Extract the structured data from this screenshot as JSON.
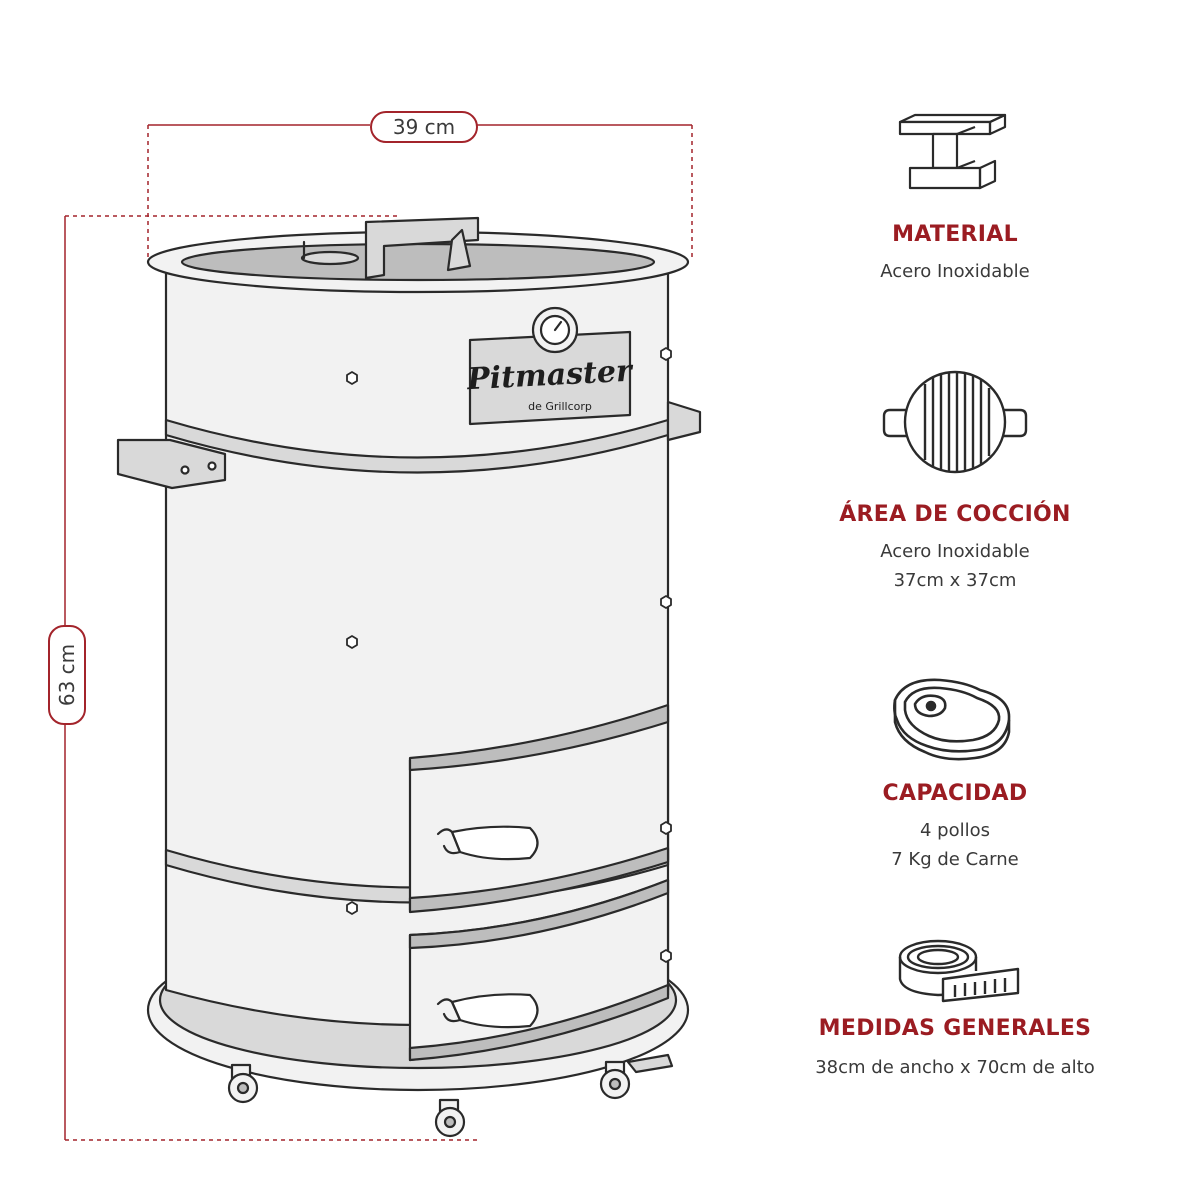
{
  "dimensions": {
    "width": "39 cm",
    "height": "63 cm"
  },
  "product": {
    "brand": "Pitmaster",
    "maker": "de Grillcorp"
  },
  "colors": {
    "accent": "#9b1c22",
    "text": "#3a3a3a",
    "outline": "#2a2a2a",
    "fill_light": "#f2f2f2",
    "fill_mid": "#d9d9d9",
    "fill_dark": "#bdbdbd"
  },
  "specs": [
    {
      "icon": "steel-beam-icon",
      "title": "MATERIAL",
      "lines": [
        "Acero Inoxidable"
      ]
    },
    {
      "icon": "grill-grate-icon",
      "title": "ÁREA DE COCCIÓN",
      "lines": [
        "Acero Inoxidable",
        "37cm x 37cm"
      ]
    },
    {
      "icon": "steak-icon",
      "title": "CAPACIDAD",
      "lines": [
        "4 pollos",
        "7 Kg de Carne"
      ]
    },
    {
      "icon": "measuring-tape-icon",
      "title": "MEDIDAS GENERALES",
      "lines": [
        "38cm de ancho x 70cm de alto"
      ]
    }
  ]
}
